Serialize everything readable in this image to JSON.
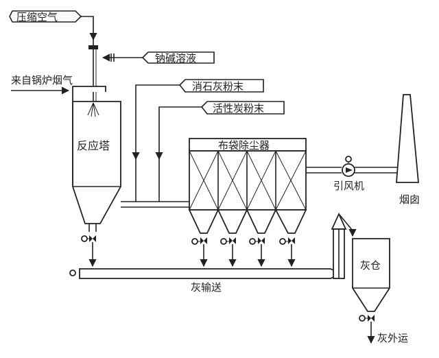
{
  "labels": {
    "compressed_air": "压缩空气",
    "boiler_flue_gas": "来自锅炉烟气",
    "naoh_solution": "钠碱溶液",
    "lime_powder": "消石灰粉末",
    "activated_carbon": "活性炭粉末",
    "reaction_tower": "反应塔",
    "bag_filter": "布袋除尘器",
    "induced_fan": "引风机",
    "chimney": "烟囱",
    "ash_conveying": "灰输送",
    "ash_silo": "灰仓",
    "ash_outbound": "灰外运"
  }
}
